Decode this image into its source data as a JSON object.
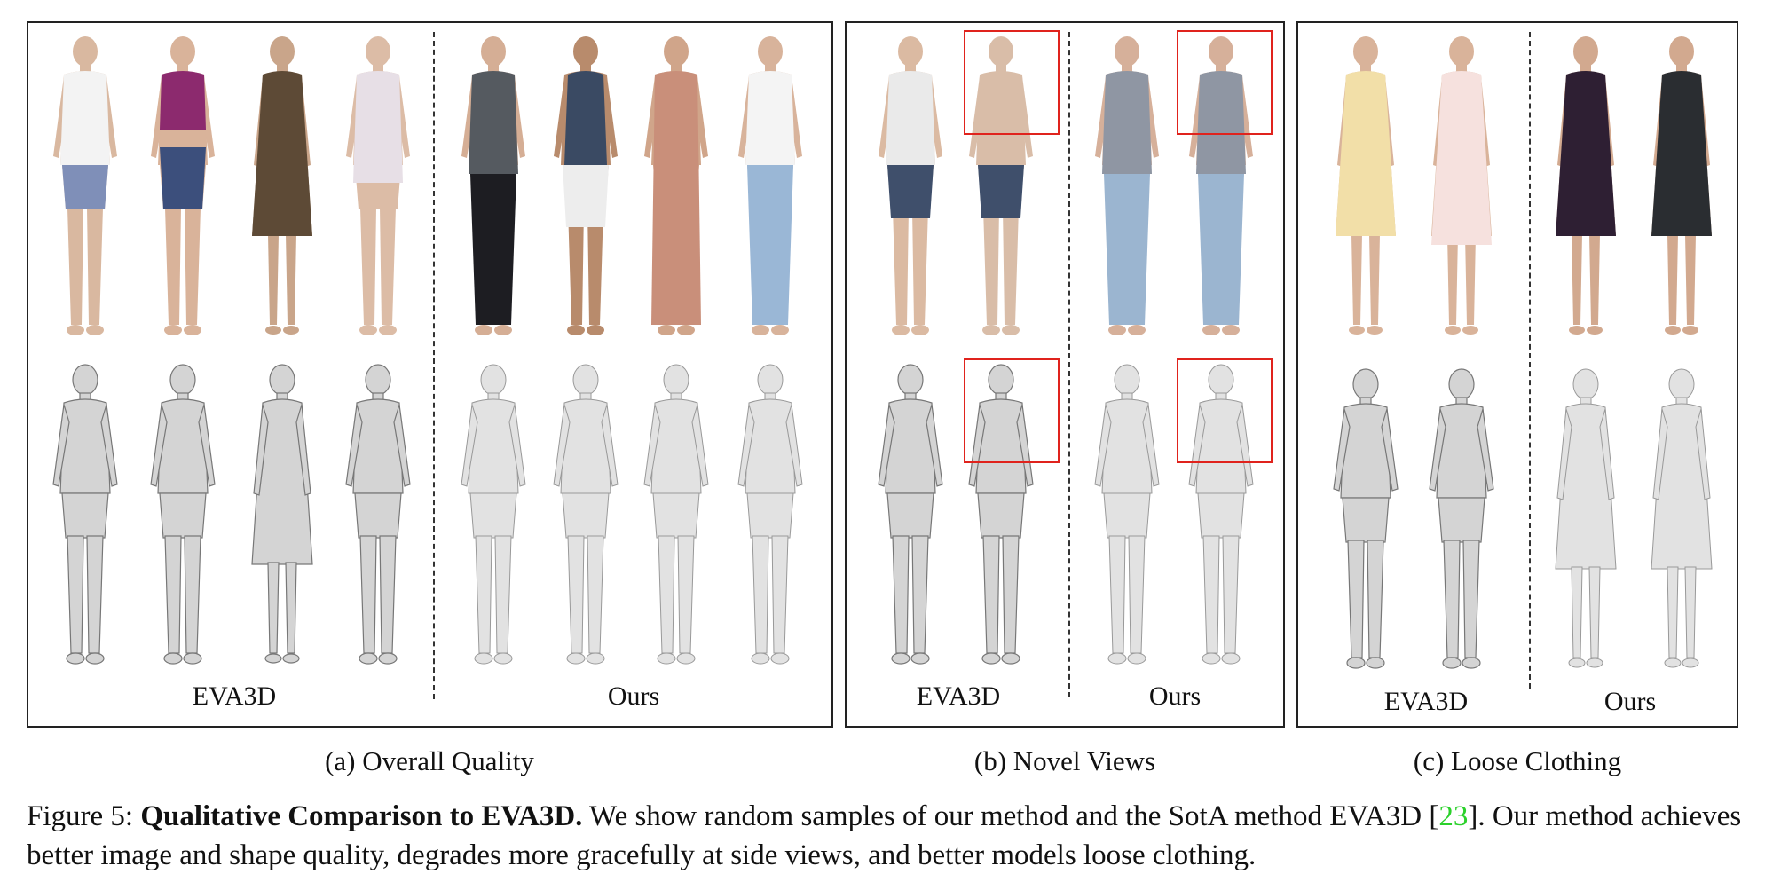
{
  "panels": {
    "a": {
      "left_label": "EVA3D",
      "right_label": "Ours",
      "subcaption": "(a) Overall Quality"
    },
    "b": {
      "left_label": "EVA3D",
      "right_label": "Ours",
      "subcaption": "(b) Novel Views"
    },
    "c": {
      "left_label": "EVA3D",
      "right_label": "Ours",
      "subcaption": "(c) Loose Clothing"
    }
  },
  "caption": {
    "figure_number": "Figure 5:",
    "bold_title": "Qualitative Comparison to EVA3D.",
    "text_before_citation": " We show random samples of our method and the SotA method EVA3D [",
    "citation": "23",
    "text_after_citation": "]. Our method achieves better image and shape quality, degrades more gracefully at side views, and better models loose clothing."
  },
  "colors": {
    "highlight_box": "#e0231d",
    "citation_link": "#2bd12b"
  }
}
